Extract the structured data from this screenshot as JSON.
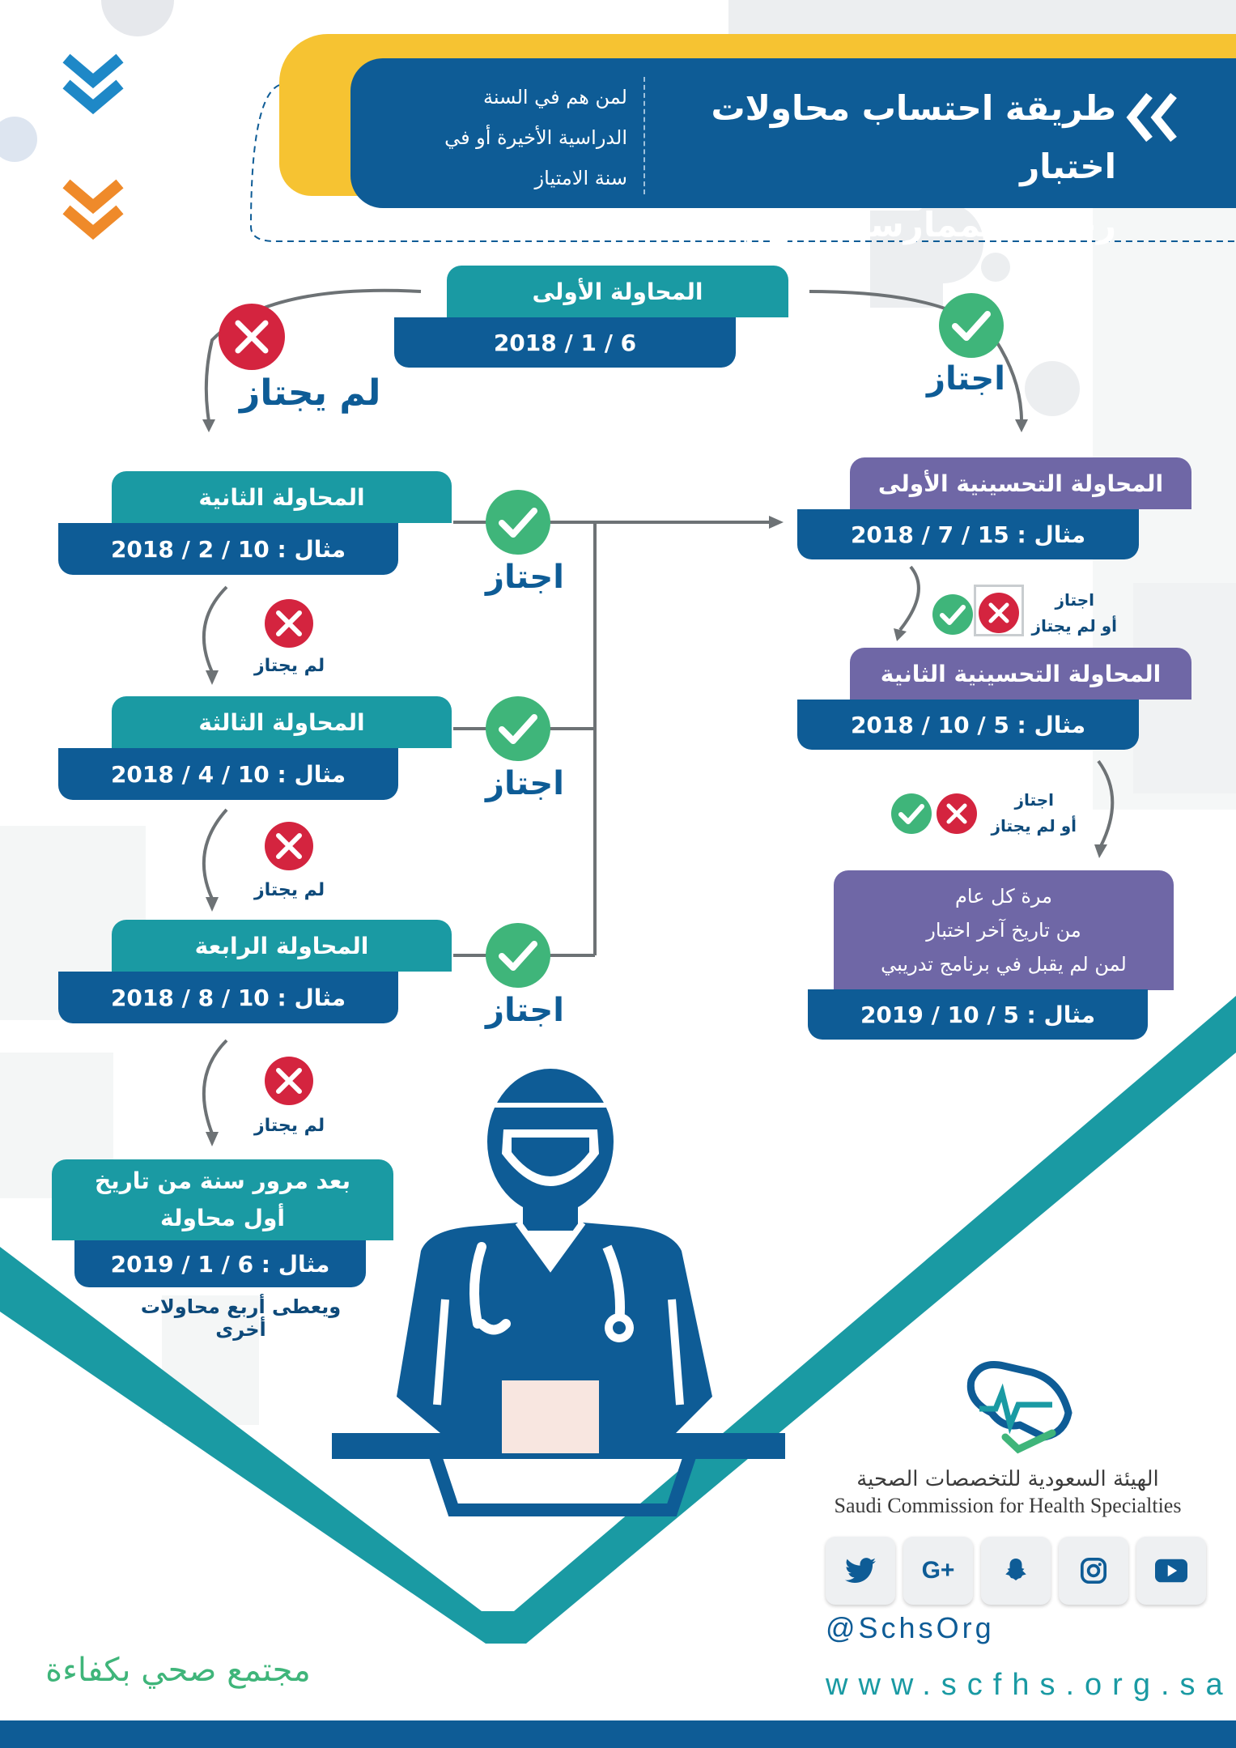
{
  "header": {
    "title_line1": "طريقة احتساب محاولات اختبار",
    "title_line2": "رخصة الممارسة المهنية",
    "subtitle_line1": "لمن هم في السنة",
    "subtitle_line2": "الدراسية الأخيرة أو في",
    "subtitle_line3": "سنة الامتياز"
  },
  "first_attempt": {
    "label": "المحاولة الأولى",
    "date": "2018 / 1 / 6"
  },
  "labels": {
    "passed": "اجتاز",
    "failed": "لم يجتاز",
    "passed_or_failed_1": "اجتاز",
    "passed_or_failed_2": "أو لم يجتاز"
  },
  "left_attempts": [
    {
      "label": "المحاولة الثانية",
      "date": "مثال : 10 / 2 / 2018"
    },
    {
      "label": "المحاولة الثالثة",
      "date": "مثال : 10 / 4 / 2018"
    },
    {
      "label": "المحاولة الرابعة",
      "date": "مثال : 10 / 8 / 2018"
    }
  ],
  "after_year": {
    "line1": "بعد مرور سنة من تاريخ",
    "line2": "أول محاولة",
    "date": "مثال : 6 / 1 / 2019",
    "note": "ويعطى أربع محاولات أخرى"
  },
  "right_attempts": [
    {
      "label": "المحاولة التحسينية الأولى",
      "date": "مثال : 15 / 7 / 2018"
    },
    {
      "label": "المحاولة التحسينية الثانية",
      "date": "مثال : 5 / 10 / 2018"
    }
  ],
  "yearly": {
    "line1": "مرة كل عام",
    "line2": "من تاريخ آخر اختبار",
    "line3": "لمن لم يقبل في برنامج تدريبي",
    "date": "مثال : 5 / 10 / 2019"
  },
  "footer": {
    "org_ar": "الهيئة السعودية للتخصصات الصحية",
    "org_en": "Saudi Commission for Health Specialties",
    "handle": "@SchsOrg",
    "website": "www.scfhs.org.sa",
    "slogan": "مجتمع صحي بكفاءة",
    "social_gplus": "G+"
  },
  "colors": {
    "navy": "#0e5c96",
    "teal": "#1a9aa3",
    "purple": "#6f67a6",
    "yellow": "#f6c332",
    "orange": "#ef8a2a",
    "green": "#3fb57a",
    "red": "#d4243f"
  }
}
